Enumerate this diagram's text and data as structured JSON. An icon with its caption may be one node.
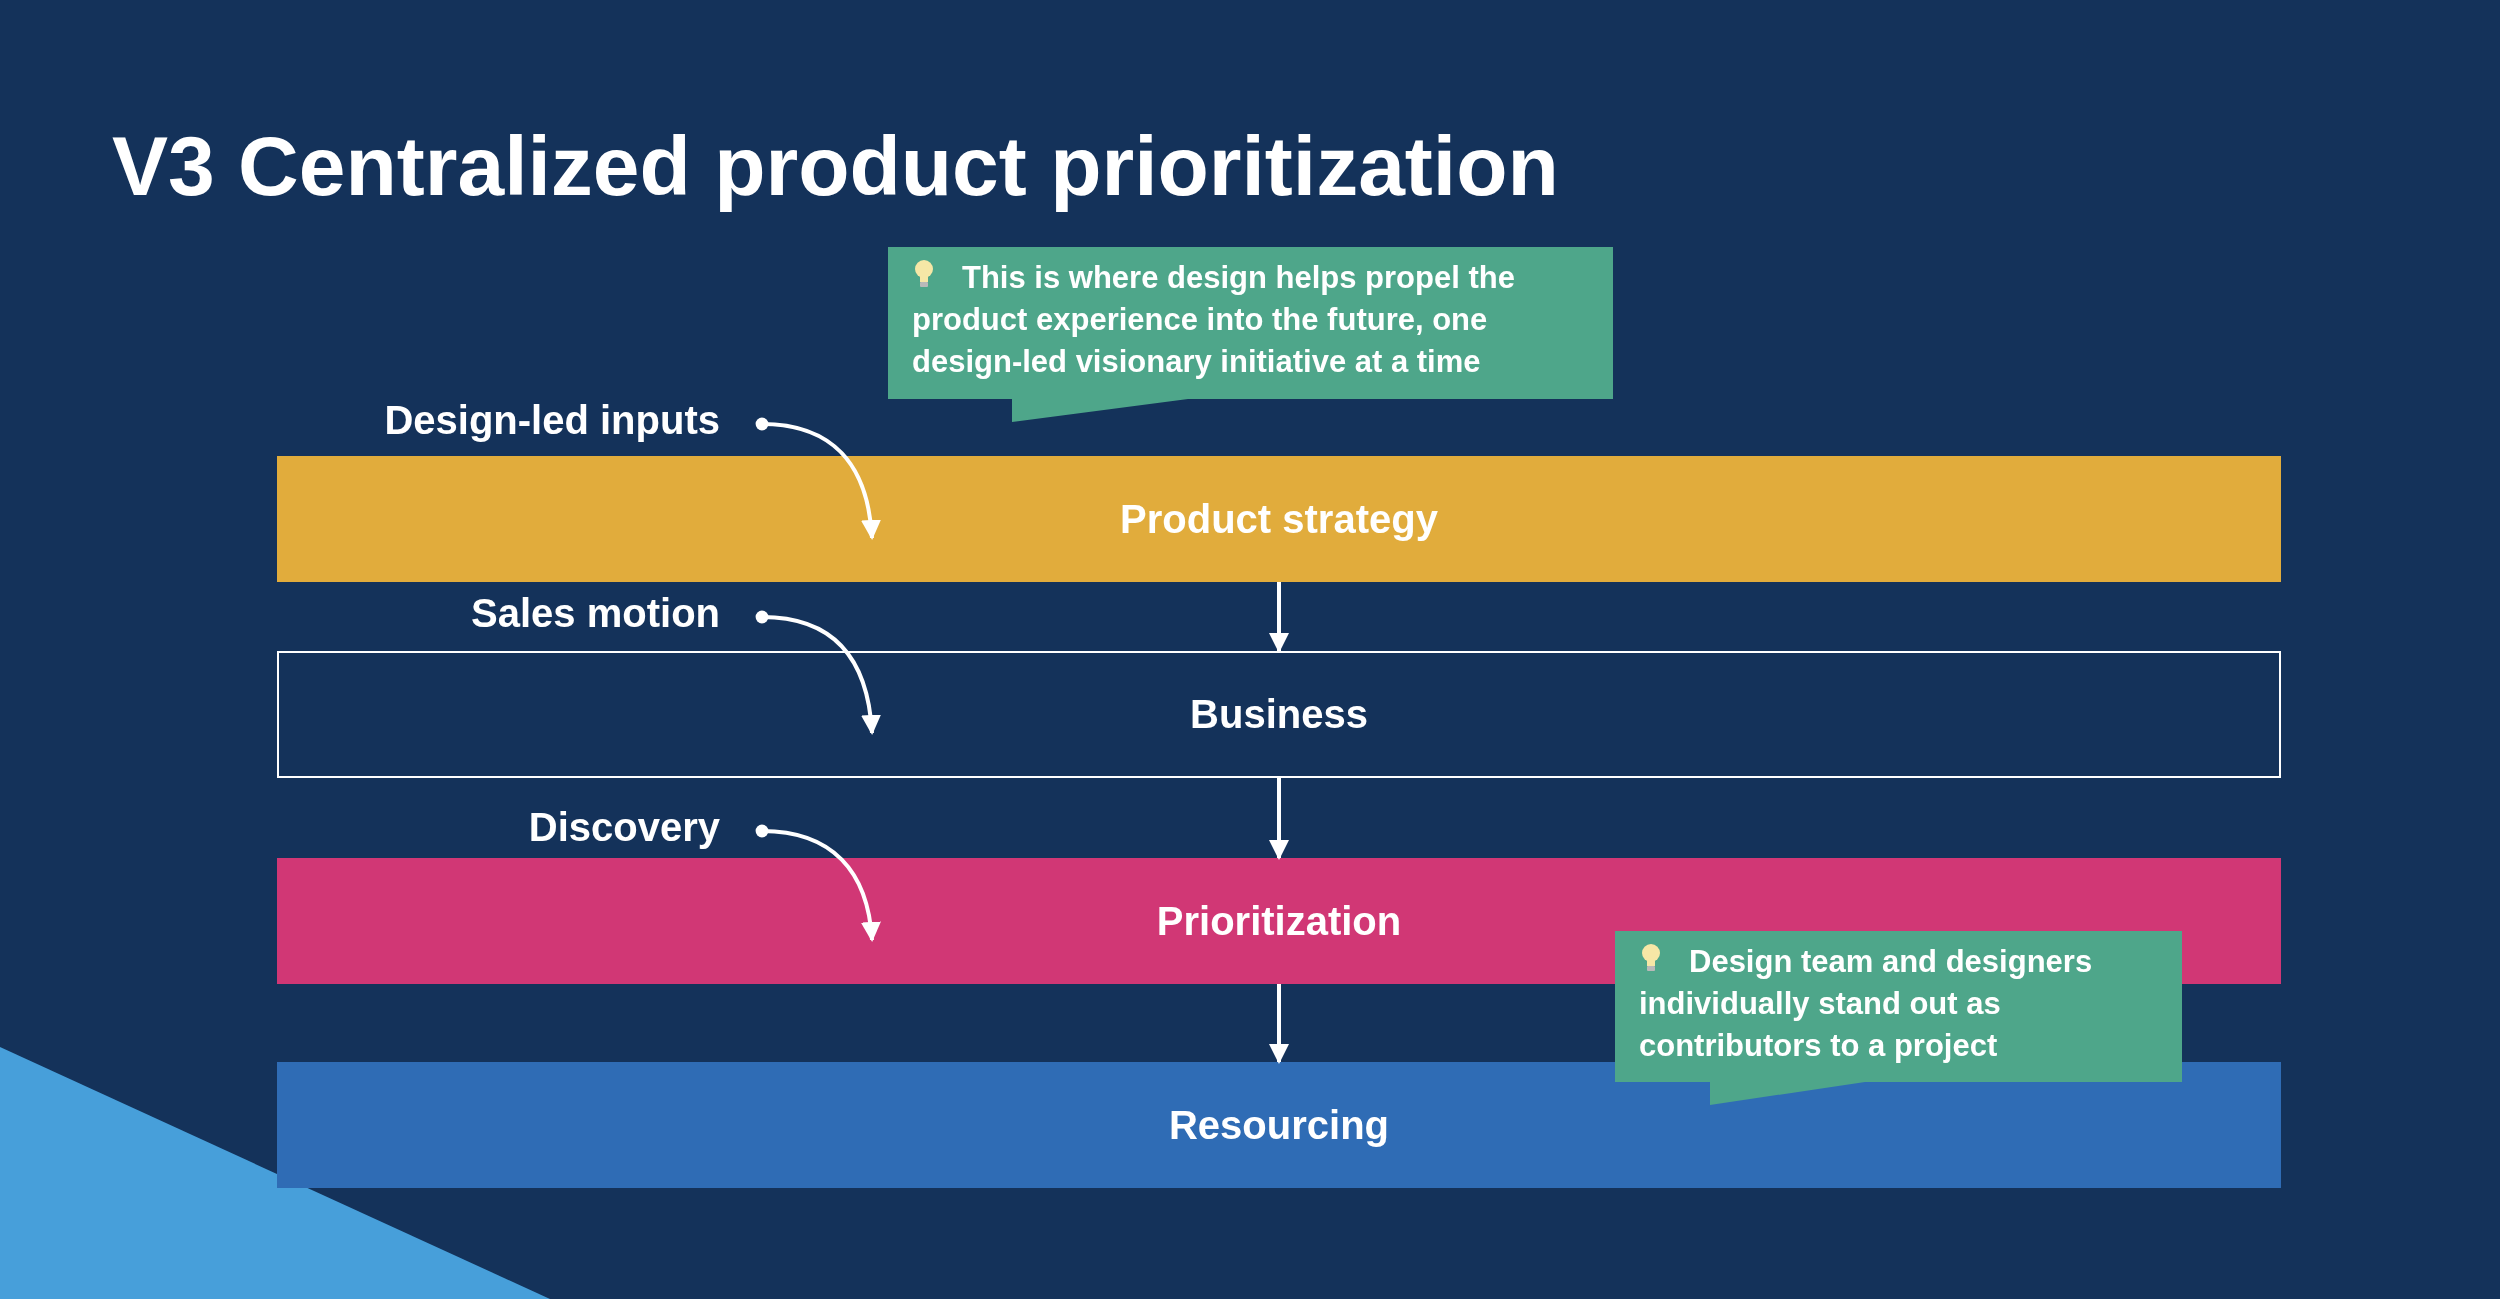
{
  "diagram": {
    "title": "V3 Centralized product prioritization",
    "nodes": [
      {
        "text": [
          "Design-led inputs"
        ]
      },
      {
        "text": [
          "Product strategy"
        ]
      },
      {
        "text": [
          "Sales motion"
        ]
      },
      {
        "text": [
          "Business"
        ]
      },
      {
        "text": [
          "Discovery"
        ]
      },
      {
        "text": [
          "Prioritization"
        ]
      },
      {
        "text": [
          "Resourcing"
        ]
      },
      {
        "text": [
          "This is where design helps propel the product experience into the future, one design-led visionary initiative at a time"
        ]
      },
      {
        "text": [
          "Design team and designers individually stand out as contributors to a project"
        ]
      }
    ],
    "edges": [
      {
        "from": 0,
        "to": 1,
        "arrow": "to"
      },
      {
        "from": 1,
        "to": 3,
        "arrow": "to"
      },
      {
        "from": 2,
        "to": 3,
        "arrow": "to"
      },
      {
        "from": 3,
        "to": 5,
        "arrow": "to"
      },
      {
        "from": 4,
        "to": 5,
        "arrow": "to"
      },
      {
        "from": 5,
        "to": 6,
        "arrow": "to"
      }
    ]
  }
}
